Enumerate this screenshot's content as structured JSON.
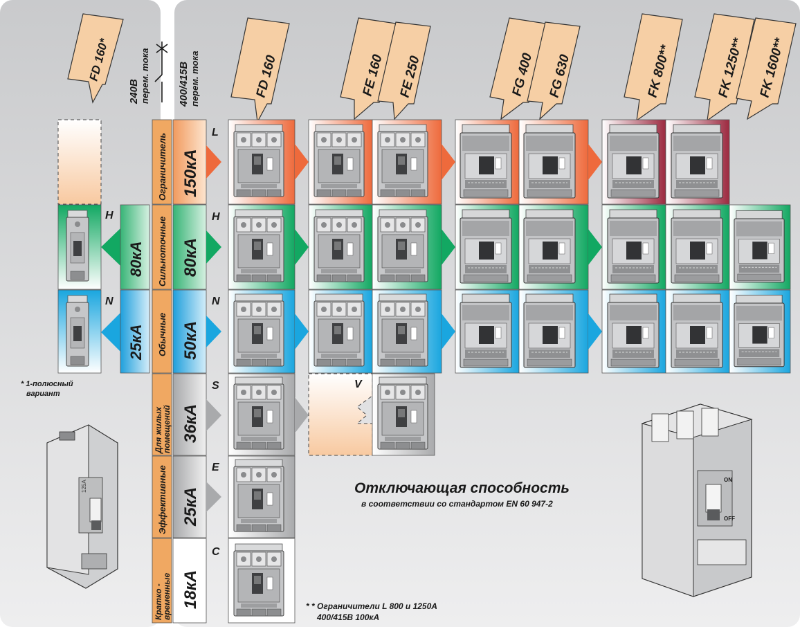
{
  "colors": {
    "panel": "#d6d7d9",
    "tag": "#f6cfa5",
    "tag_light": "#fbe3c8",
    "label_orange": "#f0a862",
    "red_row": "#ee6a3c",
    "green_row": "#12a862",
    "blue_row": "#1aa6df",
    "grey_row": "#a9aaac",
    "maroon_row": "#9c2a40",
    "breaker_body": "#bfc0c2",
    "breaker_dark": "#4d4e50",
    "text_dark": "#1a1a1a"
  },
  "tags": {
    "fd160_1p": "FD 160*",
    "fd160": "FD 160",
    "fe160": "FE 160",
    "fe250": "FE 250",
    "fg400": "FG 400",
    "fg630": "FG 630",
    "fk800": "FK 800**",
    "fk1250": "FK 1250**",
    "fk1600": "FK 1600**"
  },
  "voltage": {
    "v240_line1": "240В",
    "v240_line2": "перем. тока",
    "v400_line1": "400/415В",
    "v400_line2": "перем. тока"
  },
  "rows": {
    "limiter": {
      "category": "Ограничитель",
      "rating": "150кА",
      "code": "L"
    },
    "high": {
      "category": "Сильноточные",
      "rating": "80кА",
      "code": "H"
    },
    "normal": {
      "category": "Обычные",
      "rating": "50кА",
      "code": "N"
    },
    "residential": {
      "category_line1": "Для жилых",
      "category_line2": "помещений",
      "rating": "36кА",
      "code": "S"
    },
    "effective": {
      "category": "Эффективные",
      "rating": "25кА",
      "code": "E"
    },
    "short": {
      "category_line1": "Кратко -",
      "category_line2": "временные",
      "rating": "18кА",
      "code": "C"
    }
  },
  "left_rows": {
    "high": {
      "rating": "80кА",
      "code": "H"
    },
    "normal": {
      "rating": "25кА",
      "code": "N"
    }
  },
  "v_code": "V",
  "notes": {
    "pole_note_line1": "* 1-полюсный",
    "pole_note_line2": "вариант",
    "footnote_line1": "* * Ограничители L 800 и 1250А",
    "footnote_line2": "400/415В 100кА"
  },
  "caption": {
    "title": "Отключающая способность",
    "subtitle": "в соответствии со стандартом EN 60 947-2"
  },
  "breaker_labels": {
    "small_rating": "125A",
    "on": "ON",
    "off": "OFF"
  }
}
